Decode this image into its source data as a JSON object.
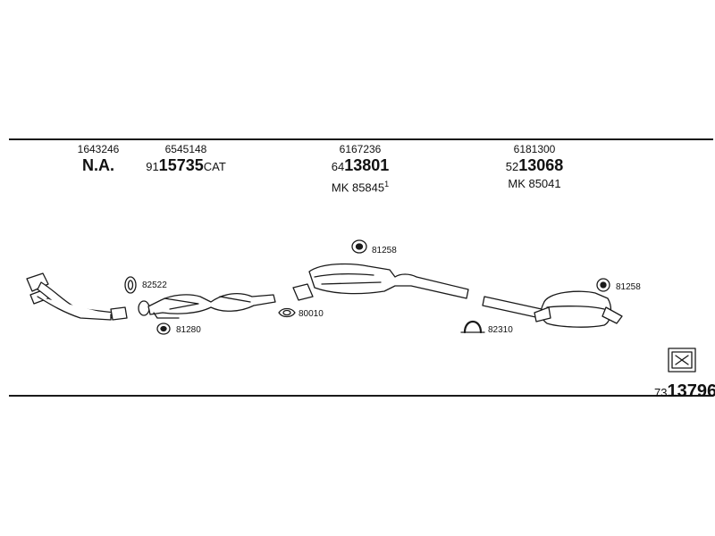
{
  "header": {
    "columns": [
      {
        "id": "c1",
        "ref": "1643246",
        "main_plain": "N.A."
      },
      {
        "id": "c2",
        "ref": "6545148",
        "main_prefix": "91",
        "main": "15735",
        "main_suffix": "CAT"
      },
      {
        "id": "c3",
        "ref": "6167236",
        "main_prefix": "64",
        "main": "13801",
        "mk": "MK  85845",
        "mk_sup": "1"
      },
      {
        "id": "c4",
        "ref": "6181300",
        "main_prefix": "52",
        "main": "13068",
        "mk": "MK  85041"
      }
    ]
  },
  "parts": {
    "labels": [
      "82522",
      "81280",
      "80010",
      "81258",
      "82310",
      "81258"
    ]
  },
  "kit": {
    "prefix": "73",
    "number": "13796"
  },
  "colors": {
    "line": "#1a1a1a",
    "part_fill": "#ffffff",
    "part_shade": "#d9d9d9"
  }
}
